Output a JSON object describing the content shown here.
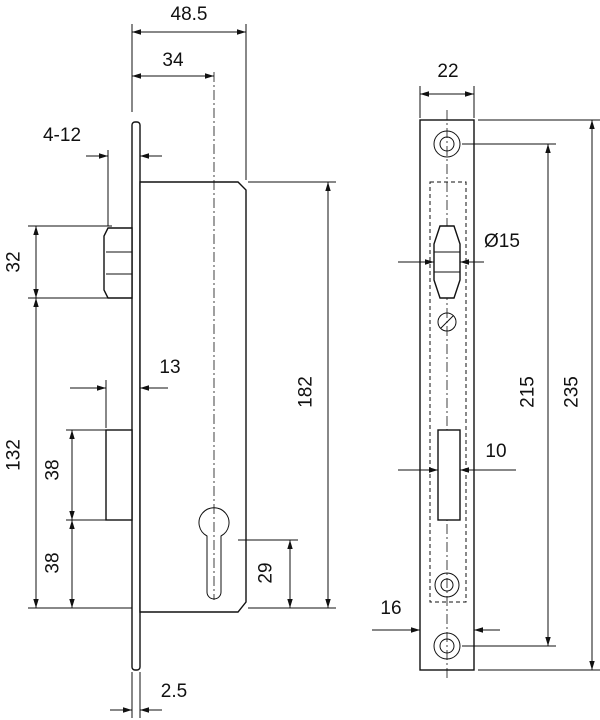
{
  "drawing": {
    "side_view": {
      "dim_48_5": "48.5",
      "dim_34": "34",
      "dim_4_12": "4-12",
      "dim_32": "32",
      "dim_13": "13",
      "dim_182": "182",
      "dim_132": "132",
      "dim_38_upper": "38",
      "dim_38_lower": "38",
      "dim_29": "29",
      "dim_2_5": "2.5"
    },
    "front_view": {
      "dim_22": "22",
      "dim_diameter_15": "Ø15",
      "dim_215": "215",
      "dim_235": "235",
      "dim_10": "10",
      "dim_16": "16"
    }
  }
}
